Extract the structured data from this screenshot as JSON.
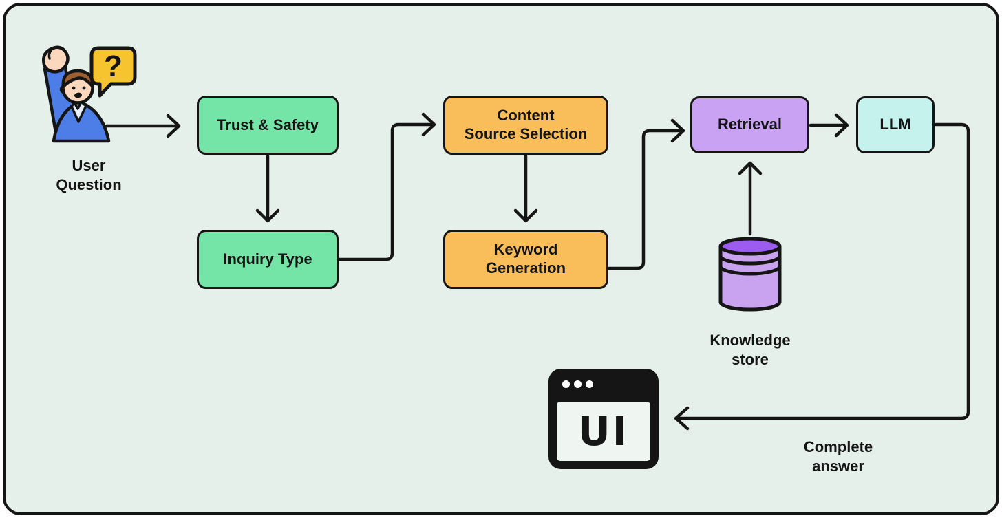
{
  "colors": {
    "canvas_bg": "#E6F0EB",
    "outline": "#151515",
    "green": "#74E5A7",
    "orange": "#F9BE59",
    "purple": "#C9A2F4",
    "cyan": "#C6F2EE",
    "cylinder_body": "#C9A3F0",
    "cylinder_top": "#9D5CF0",
    "bubble_yellow": "#F6C42E",
    "person_blue": "#4D7EE8",
    "person_skin": "#FBD7BD",
    "person_hair": "#9C5F31",
    "browser_black": "#151515",
    "browser_body": "#EFF5F1"
  },
  "nodes": {
    "trust_safety": {
      "label": "Trust & Safety"
    },
    "inquiry_type": {
      "label": "Inquiry Type"
    },
    "content_source": {
      "label": "Content\nSource Selection"
    },
    "keyword_generation": {
      "label": "Keyword\nGeneration"
    },
    "retrieval": {
      "label": "Retrieval"
    },
    "llm": {
      "label": "LLM"
    }
  },
  "labels": {
    "user_question": "User\nQuestion",
    "knowledge_store": "Knowledge\nstore",
    "complete_answer": "Complete\nanswer",
    "ui": "UI",
    "question_mark": "?"
  },
  "icons": {
    "person": "person-raising-hand-icon",
    "speech_bubble": "question-speech-bubble-icon",
    "database": "database-cylinder-icon",
    "browser": "browser-window-icon"
  }
}
